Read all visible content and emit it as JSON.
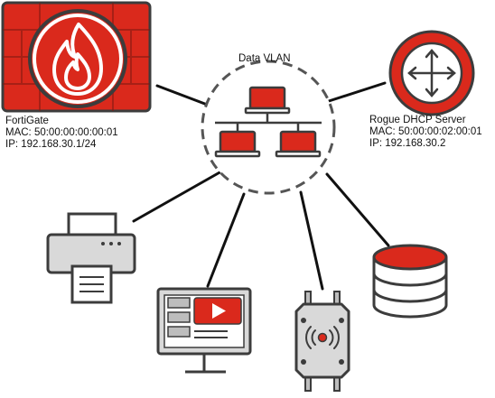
{
  "vlan": {
    "label": "Data VLAN"
  },
  "fortigate": {
    "name": "FortiGate",
    "mac": "MAC: 50:00:00:00:00:01",
    "ip": "IP: 192.168.30.1/24",
    "icon": "firewall-icon"
  },
  "rogue_dhcp": {
    "name": "Rogue DHCP Server",
    "mac": "MAC: 50:00:00:02:00:01",
    "ip": "IP: 192.168.30.2",
    "icon": "router-icon"
  },
  "devices": [
    {
      "icon": "printer-icon"
    },
    {
      "icon": "monitor-video-icon"
    },
    {
      "icon": "access-point-icon"
    },
    {
      "icon": "database-icon"
    }
  ],
  "colors": {
    "brand_red": "#DA291C",
    "dark_red": "#B81F16",
    "outline_gray": "#3C3C3C",
    "light_gray": "#D9D9D9",
    "mid_gray": "#BDBDBD"
  }
}
